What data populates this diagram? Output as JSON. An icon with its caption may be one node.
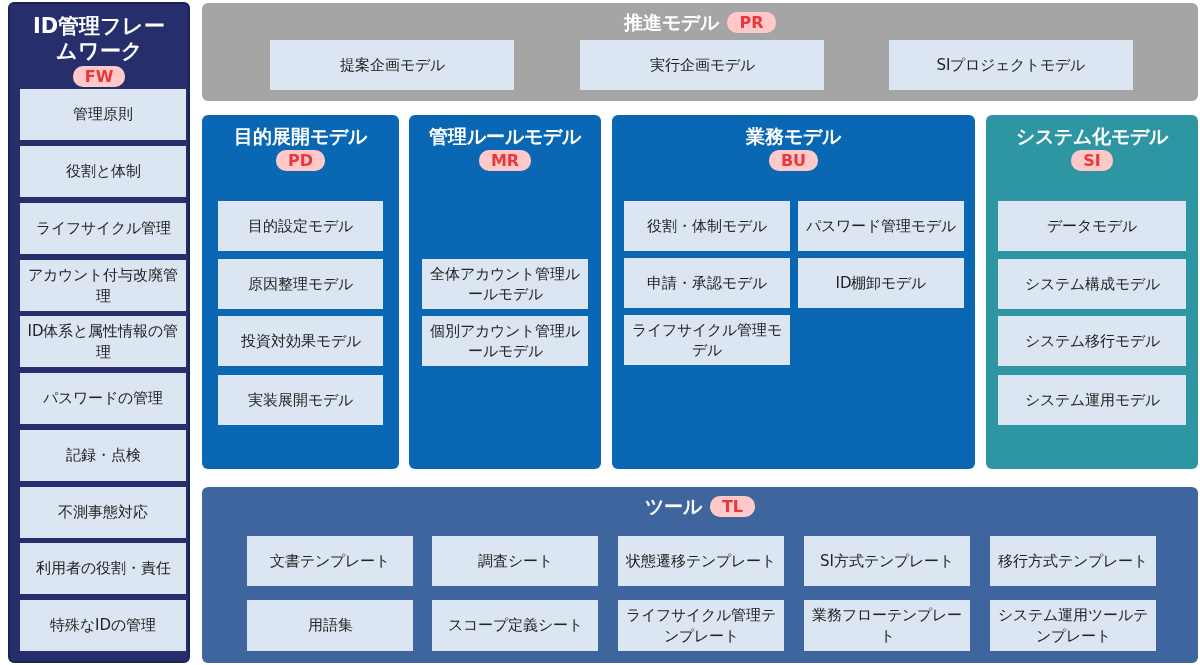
{
  "diagram": {
    "nodes": [
      {
        "text": [
          "ID管理フレームワーク",
          "FW"
        ]
      },
      {
        "text": [
          "管理原則"
        ],
        "in": 0
      },
      {
        "text": [
          "役割と体制"
        ],
        "in": 0
      },
      {
        "text": [
          "ライフサイクル管理"
        ],
        "in": 0
      },
      {
        "text": [
          "アカウント付与改廃管理"
        ],
        "in": 0
      },
      {
        "text": [
          "ID体系と属性情報の管理"
        ],
        "in": 0
      },
      {
        "text": [
          "パスワードの管理"
        ],
        "in": 0
      },
      {
        "text": [
          "記録・点検"
        ],
        "in": 0
      },
      {
        "text": [
          "不測事態対応"
        ],
        "in": 0
      },
      {
        "text": [
          "利用者の役割・責任"
        ],
        "in": 0
      },
      {
        "text": [
          "特殊なIDの管理"
        ],
        "in": 0
      },
      {
        "text": [
          "推進モデル",
          "PR"
        ]
      },
      {
        "text": [
          "提案企画モデル"
        ],
        "in": 11
      },
      {
        "text": [
          "実行企画モデル"
        ],
        "in": 11
      },
      {
        "text": [
          "SIプロジェクトモデル"
        ],
        "in": 11
      },
      {
        "text": [
          "目的展開モデル",
          "PD"
        ]
      },
      {
        "text": [
          "目的設定モデル"
        ],
        "in": 15
      },
      {
        "text": [
          "原因整理モデル"
        ],
        "in": 15
      },
      {
        "text": [
          "投資対効果モデル"
        ],
        "in": 15
      },
      {
        "text": [
          "実装展開モデル"
        ],
        "in": 15
      },
      {
        "text": [
          "管理ルールモデル",
          "MR"
        ]
      },
      {
        "text": [
          "全体アカウント管理ルールモデル"
        ],
        "in": 20
      },
      {
        "text": [
          "個別アカウント管理ルールモデル"
        ],
        "in": 20
      },
      {
        "text": [
          "業務モデル",
          "BU"
        ]
      },
      {
        "text": [
          "役割・体制モデル"
        ],
        "in": 23
      },
      {
        "text": [
          "パスワード管理モデル"
        ],
        "in": 23
      },
      {
        "text": [
          "申請・承認モデル"
        ],
        "in": 23
      },
      {
        "text": [
          "ID棚卸モデル"
        ],
        "in": 23
      },
      {
        "text": [
          "ライフサイクル管理モデル"
        ],
        "in": 23
      },
      {
        "text": [
          "システム化モデル",
          "SI"
        ]
      },
      {
        "text": [
          "データモデル"
        ],
        "in": 29
      },
      {
        "text": [
          "システム構成モデル"
        ],
        "in": 29
      },
      {
        "text": [
          "システム移行モデル"
        ],
        "in": 29
      },
      {
        "text": [
          "システム運用モデル"
        ],
        "in": 29
      },
      {
        "text": [
          "ツール",
          "TL"
        ]
      },
      {
        "text": [
          "文書テンプレート"
        ],
        "in": 34
      },
      {
        "text": [
          "調査シート"
        ],
        "in": 34
      },
      {
        "text": [
          "状態遷移テンプレート"
        ],
        "in": 34
      },
      {
        "text": [
          "SI方式テンプレート"
        ],
        "in": 34
      },
      {
        "text": [
          "移行方式テンプレート"
        ],
        "in": 34
      },
      {
        "text": [
          "用語集"
        ],
        "in": 34
      },
      {
        "text": [
          "スコープ定義シート"
        ],
        "in": 34
      },
      {
        "text": [
          "ライフサイクル管理テンプレート"
        ],
        "in": 34
      },
      {
        "text": [
          "業務フローテンプレート"
        ],
        "in": 34
      },
      {
        "text": [
          "システム運用ツールテンプレート"
        ],
        "in": 34
      }
    ]
  }
}
